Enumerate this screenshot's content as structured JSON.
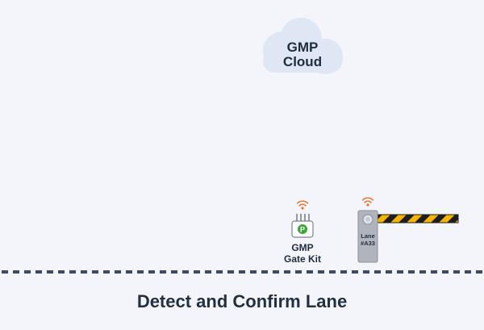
{
  "cloud": {
    "line1": "GMP",
    "line2": "Cloud",
    "color": "#dfe6f4"
  },
  "gate_kit": {
    "line1": "GMP",
    "line2": "Gate Kit",
    "logo_letter": "P",
    "logo_color": "#3aa835"
  },
  "lane_post": {
    "line1": "Lane",
    "line2": "#A33"
  },
  "barrier": {
    "stripe_yellow": "#f5b400",
    "stripe_dark": "#1e1e1e"
  },
  "signal_color": "#e8742a",
  "caption": "Detect and Confirm Lane",
  "colors": {
    "background": "#f4f5fa",
    "text": "#1f2d3d",
    "dash_line": "#3d4a66",
    "post": "#b0b4bc"
  }
}
